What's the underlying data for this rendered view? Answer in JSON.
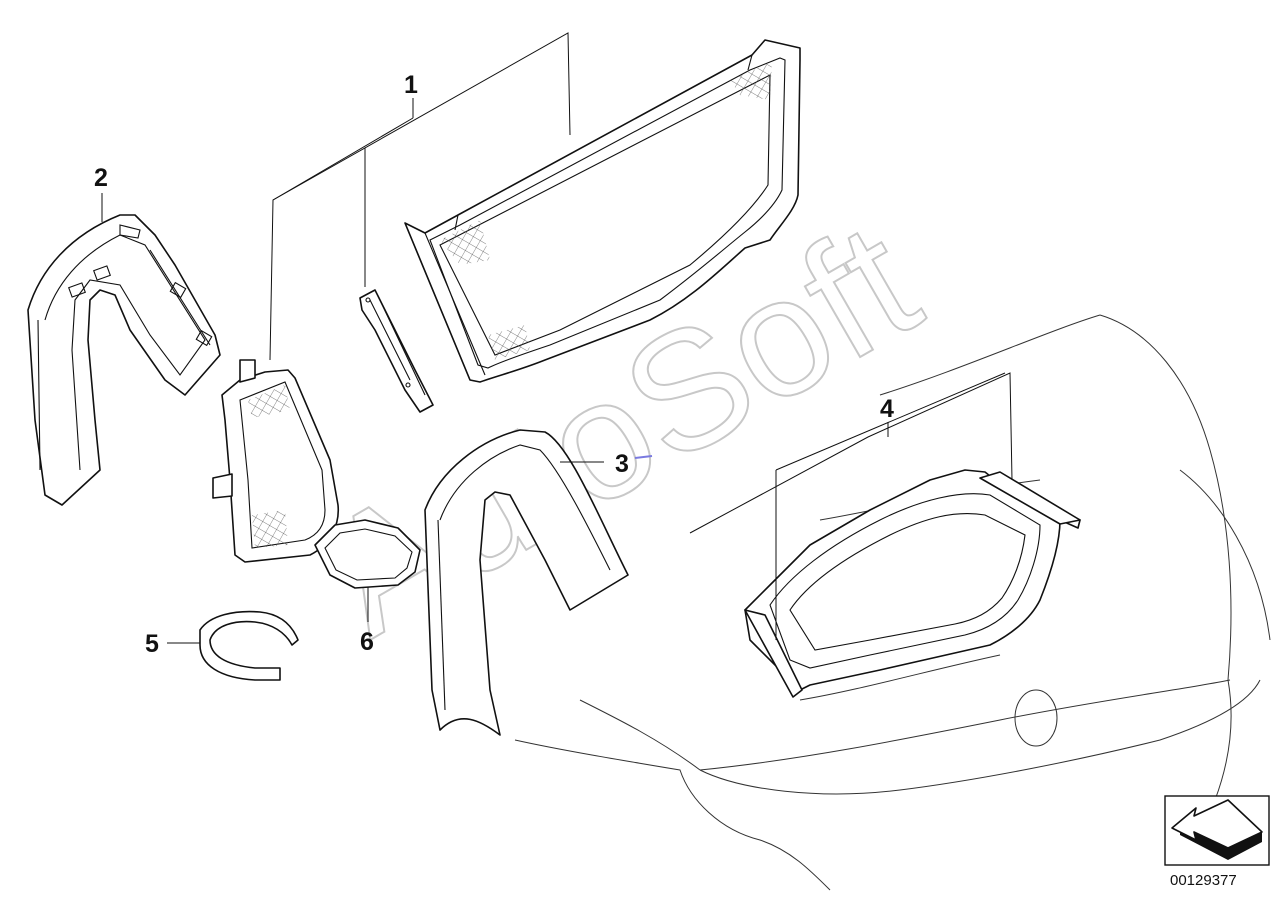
{
  "callouts": [
    {
      "id": "1",
      "label": "1"
    },
    {
      "id": "2",
      "label": "2"
    },
    {
      "id": "3",
      "label": "3"
    },
    {
      "id": "4",
      "label": "4"
    },
    {
      "id": "5",
      "label": "5"
    },
    {
      "id": "6",
      "label": "6"
    }
  ],
  "watermark": "AutoSoft",
  "catalog_number": "00129377",
  "icons": {
    "direction": "forward-arrow-icon"
  }
}
